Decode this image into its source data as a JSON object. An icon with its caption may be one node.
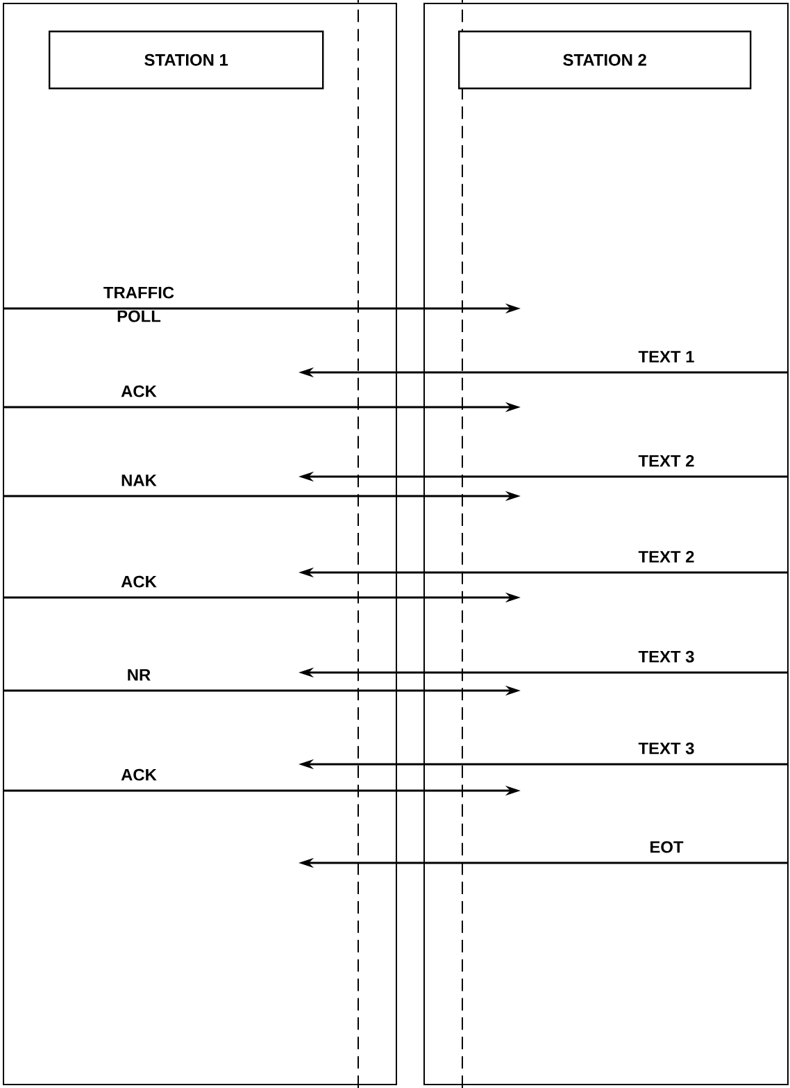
{
  "diagram": {
    "nodes": [
      {
        "text": [],
        "shape": "box"
      },
      {
        "text": [],
        "shape": "box"
      },
      {
        "text": [
          "STATION 1"
        ],
        "in": 0
      },
      {
        "text": [
          "STATION 2"
        ],
        "in": 1
      }
    ],
    "edges": [
      {
        "from": 0,
        "to": null,
        "arrow": "to",
        "label": "TRAFFIC"
      },
      {
        "from": 1,
        "to": null,
        "arrow": "to",
        "label": "TEXT 1"
      },
      {
        "from": 0,
        "to": null,
        "arrow": "to",
        "label": "ACK"
      },
      {
        "from": 1,
        "to": null,
        "arrow": "to",
        "label": "TEXT 2"
      },
      {
        "from": 0,
        "to": null,
        "arrow": "to",
        "label": "NAK"
      },
      {
        "from": 1,
        "to": null,
        "arrow": "to",
        "label": "TEXT 2"
      },
      {
        "from": 0,
        "to": null,
        "arrow": "to",
        "label": "ACK"
      },
      {
        "from": 1,
        "to": null,
        "arrow": "to",
        "label": "TEXT 3"
      },
      {
        "from": 0,
        "to": null,
        "arrow": "to",
        "label": "NR"
      },
      {
        "from": 1,
        "to": null,
        "arrow": "to",
        "label": "TEXT 3"
      },
      {
        "from": 0,
        "to": null,
        "arrow": "to",
        "label": "ACK"
      },
      {
        "from": 1,
        "to": null,
        "arrow": "to",
        "label": "EOT"
      }
    ],
    "labels": [
      "POLL"
    ]
  }
}
